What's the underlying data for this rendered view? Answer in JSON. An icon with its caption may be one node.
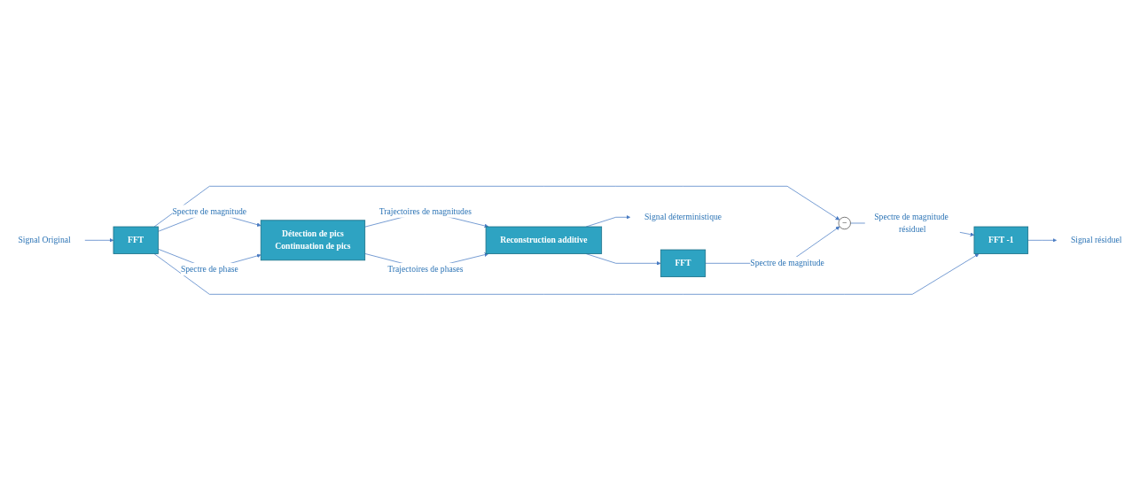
{
  "diagram": {
    "nodes": [
      {
        "text": [
          "Signal Original"
        ]
      },
      {
        "text": [
          "FFT"
        ]
      },
      {
        "text": [
          "Détection de pics",
          "Continuation de pics"
        ]
      },
      {
        "text": [
          "Reconstruction additive"
        ]
      },
      {
        "text": [
          "−"
        ]
      },
      {
        "text": [
          "FFT"
        ]
      },
      {
        "text": [
          "FFT -1"
        ]
      },
      {
        "text": [
          "Signal résiduel"
        ]
      },
      {
        "text": [
          "Signal déterministique"
        ]
      }
    ],
    "edges": [
      {
        "from": 0,
        "to": 1,
        "arrow": "to"
      },
      {
        "from": 1,
        "to": 2,
        "arrow": "to",
        "label": "Spectre de magnitude"
      },
      {
        "from": 1,
        "to": 2,
        "arrow": "to",
        "label": "Spectre de phase"
      },
      {
        "from": 1,
        "to": 4,
        "arrow": "to"
      },
      {
        "from": 2,
        "to": 3,
        "arrow": "to",
        "label": "Trajectoires de magnitudes"
      },
      {
        "from": 2,
        "to": 3,
        "arrow": "to",
        "label": "Trajectoires de phases"
      },
      {
        "from": 3,
        "to": 8,
        "arrow": "to"
      },
      {
        "from": 3,
        "to": 5,
        "arrow": "to"
      },
      {
        "from": 5,
        "to": 4,
        "arrow": "to",
        "label": "Spectre de magnitude"
      },
      {
        "from": 4,
        "to": 6,
        "arrow": "to",
        "label": "Spectre de magnitude résiduel"
      },
      {
        "from": 1,
        "to": 6,
        "arrow": "to"
      },
      {
        "from": 6,
        "to": 7,
        "arrow": "to"
      }
    ]
  }
}
